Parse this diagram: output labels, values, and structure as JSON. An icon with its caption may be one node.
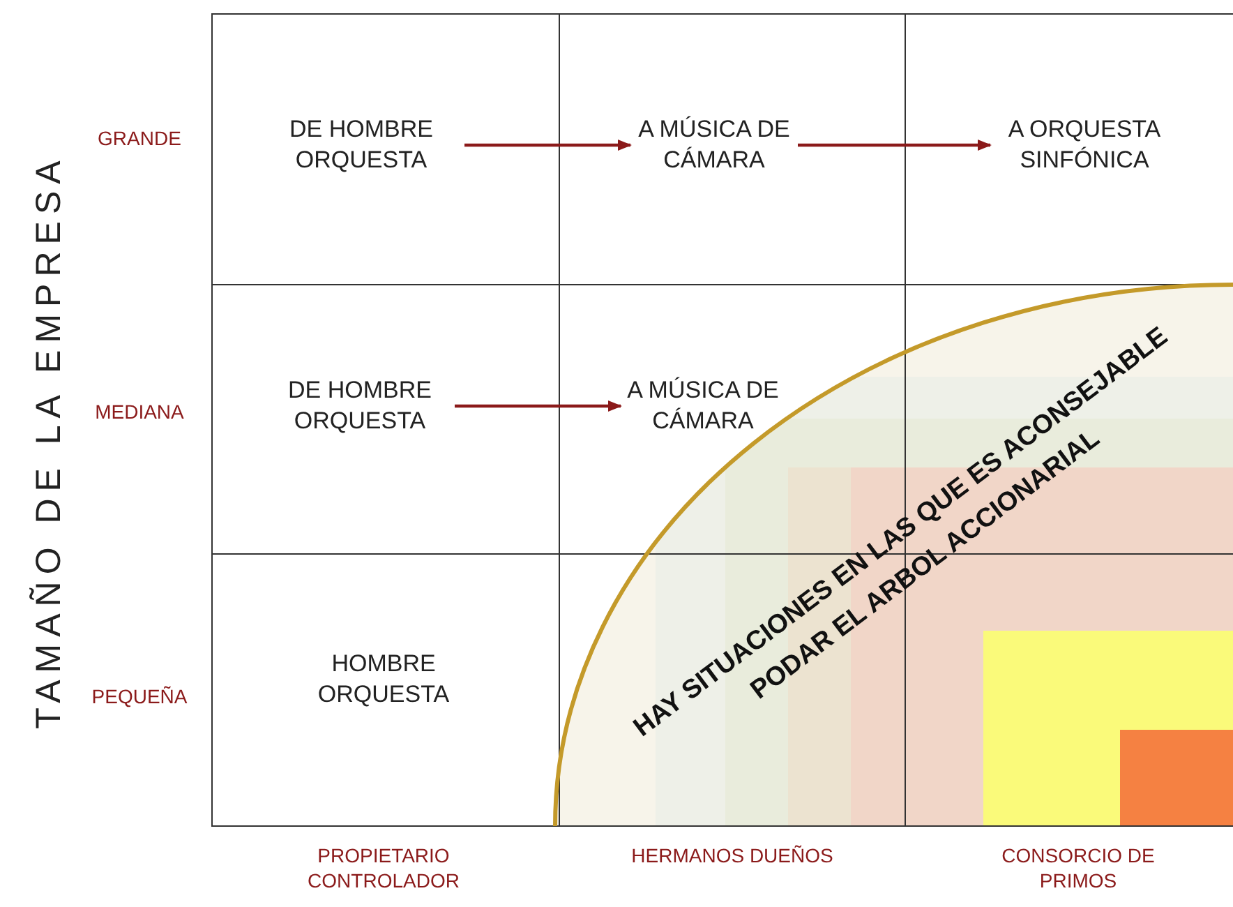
{
  "diagram": {
    "nodes": [
      {
        "text": [
          "DE HOMBRE ORQUESTA"
        ]
      },
      {
        "text": [
          "A MÚSICA DE CÁMARA"
        ]
      },
      {
        "text": [
          "A ORQUESTA SINFÓNICA"
        ]
      },
      {
        "text": [
          "DE HOMBRE ORQUESTA"
        ]
      },
      {
        "text": [
          "A MÚSICA DE CÁMARA"
        ]
      },
      {
        "text": [
          "HOMBRE ORQUESTA"
        ]
      }
    ],
    "edges": [
      {
        "from": 0,
        "to": 1,
        "arrow": "to"
      },
      {
        "from": 1,
        "to": 2,
        "arrow": "to"
      },
      {
        "from": 3,
        "to": 4,
        "arrow": "to"
      }
    ],
    "labels": [
      "TAMAÑO DE LA EMPRESA",
      "GRANDE",
      "MEDIANA",
      "PEQUEÑA",
      "HAY SITUACIONES EN LAS QUE ES ACONSEJABLE PODAR EL ARBOL ACCIONARIAL",
      "PROPIETARIO CONTROLADOR",
      "HERMANOS DUEÑOS",
      "CONSORCIO DE PRIMOS"
    ]
  }
}
